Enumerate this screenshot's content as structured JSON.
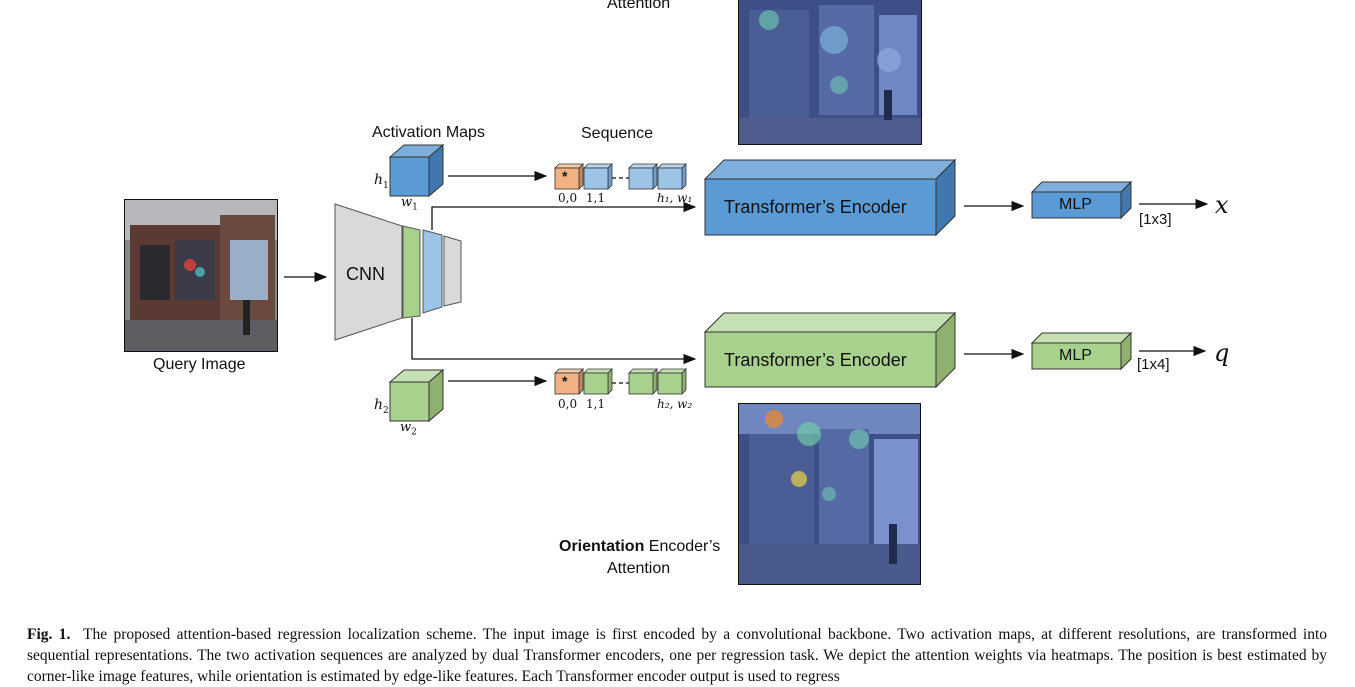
{
  "figure": {
    "top_attention_fragment": "Attention",
    "activation_maps_label": "Activation Maps",
    "sequence_label": "Sequence",
    "cnn_label": "CNN",
    "query_image_label": "Query Image",
    "encoder_top_label": "Transformer’s Encoder",
    "encoder_bottom_label": "Transformer’s Encoder",
    "mlp_top_label": "MLP",
    "mlp_bottom_label": "MLP",
    "out_top_dim": "[1x3]",
    "out_bottom_dim": "[1x4]",
    "out_top_symbol": "x",
    "out_bottom_symbol": "q",
    "h1": "h",
    "h1_sub": "1",
    "w1": "w",
    "w1_sub": "1",
    "h2": "h",
    "h2_sub": "2",
    "w2": "w",
    "w2_sub": "2",
    "seq_top_idx_a": "0,0",
    "seq_top_idx_b": "1,1",
    "seq_top_idx_c": "h₁, w₁",
    "seq_bottom_idx_a": "0,0",
    "seq_bottom_idx_b": "1,1",
    "seq_bottom_idx_c": "h₂, w₂",
    "token_symbol": "*",
    "orientation_bold": "Orientation",
    "orientation_rest": " Encoder’s",
    "orientation_line2": "Attention",
    "colors": {
      "blue": "#5b9bd5",
      "green": "#a9d18e",
      "orange": "#f4b183",
      "gray": "#d9d9d9"
    }
  },
  "caption": {
    "label": "Fig. 1.",
    "text": "The proposed attention-based regression localization scheme. The input image is first encoded by a convolutional backbone. Two activation maps, at different resolutions, are transformed into sequential representations. The two activation sequences are analyzed by dual Transformer encoders, one per regression task. We depict the attention weights via heatmaps. The position is best estimated by corner-like image features, while orientation is estimated by edge-like features. Each Transformer encoder output is used to regress"
  }
}
